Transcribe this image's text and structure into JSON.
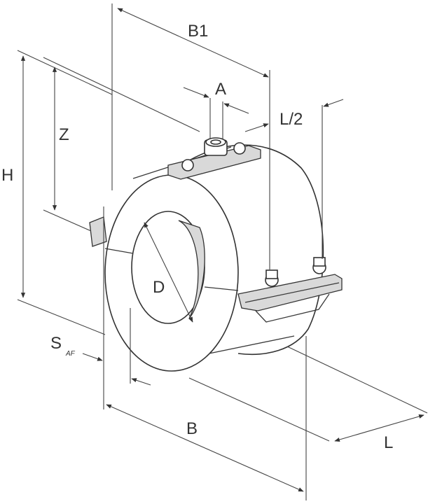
{
  "labels": {
    "b1": "B1",
    "a": "A",
    "l_half": "L/2",
    "z": "Z",
    "h": "H",
    "d": "D",
    "s": "S",
    "s_sub": "AF",
    "b": "B",
    "l": "L"
  },
  "colors": {
    "line": "#3a3a3a",
    "shade": "#d9d9d9",
    "background": "#ffffff"
  }
}
